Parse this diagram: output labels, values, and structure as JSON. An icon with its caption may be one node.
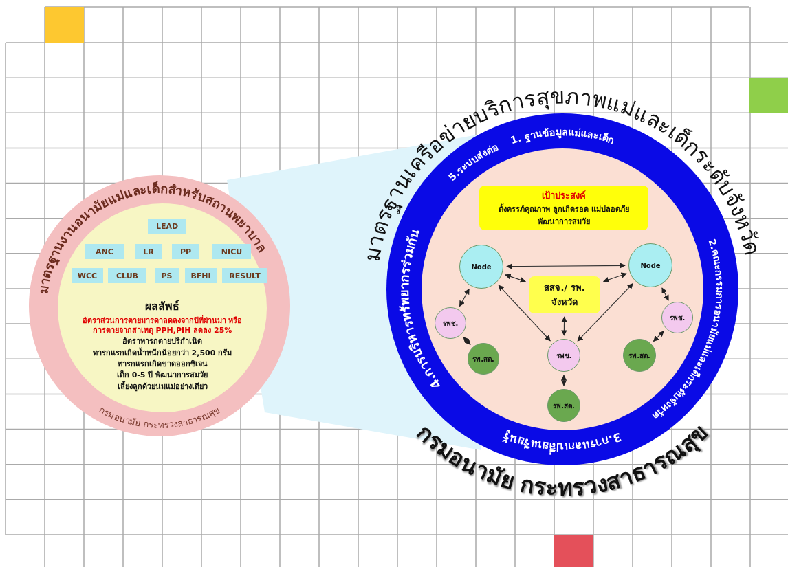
{
  "diagram": {
    "nodes": [
      {
        "text": [],
        "shape": "circle"
      },
      {
        "text": [
          "ผลลัพธ์",
          "อัตราส่วนการตายมารดาลดลงจากปีที่ผ่านมา หรือ การตายจากสาเหตุ PPH,PIH ลดลง 25%",
          "อัตราทารกตายปริกำเนิด",
          "ทารกแรกเกิดน้ำหนักน้อยกว่า 2,500 กรัม",
          "ทารกแรกเกิดขาดออกซิเจน",
          "เด็ก 0-5 ปี พัฒนาการสมวัย",
          "เลี้ยงลูกด้วยนมแม่อย่างเดียว"
        ],
        "in": 0
      },
      {
        "text": [
          "LEAD"
        ],
        "in": 1
      },
      {
        "text": [
          "ANC"
        ],
        "in": 1
      },
      {
        "text": [
          "LR"
        ],
        "in": 1
      },
      {
        "text": [
          "PP"
        ],
        "in": 1
      },
      {
        "text": [
          "NICU"
        ],
        "in": 1
      },
      {
        "text": [
          "WCC"
        ],
        "in": 1
      },
      {
        "text": [
          "CLUB"
        ],
        "in": 1
      },
      {
        "text": [
          "PS"
        ],
        "in": 1
      },
      {
        "text": [
          "BFHI"
        ],
        "in": 1
      },
      {
        "text": [
          "RESULT"
        ],
        "in": 1
      },
      {
        "text": [],
        "shape": "circle"
      },
      {
        "text": [],
        "shape": "circle",
        "in": 12
      },
      {
        "text": [
          "เป้าประสงค์",
          "ตั้งครรภ์คุณภาพ ลูกเกิดรอด แม่ปลอดภัย พัฒนาการสมวัย"
        ],
        "in": 13
      },
      {
        "text": [
          "Node"
        ],
        "in": 13
      },
      {
        "text": [
          "Node"
        ],
        "in": 13
      },
      {
        "text": [
          "สสจ./ รพ. จังหวัด"
        ],
        "in": 13
      },
      {
        "text": [
          "รพช."
        ],
        "in": 13
      },
      {
        "text": [
          "รพ.สต."
        ],
        "in": 13
      },
      {
        "text": [
          "รพช."
        ],
        "in": 13
      },
      {
        "text": [
          "รพ.สต."
        ],
        "in": 13
      },
      {
        "text": [
          "รพช."
        ],
        "in": 13
      },
      {
        "text": [
          "รพ.สต."
        ],
        "in": 13
      }
    ],
    "edges": [
      {
        "from": 15,
        "to": 16,
        "arrow": "both"
      },
      {
        "from": 15,
        "to": 17,
        "arrow": "both"
      },
      {
        "from": 16,
        "to": 17,
        "arrow": "both"
      },
      {
        "from": 15,
        "to": 18,
        "arrow": "both"
      },
      {
        "from": 18,
        "to": 19,
        "arrow": "both"
      },
      {
        "from": 15,
        "to": 20,
        "arrow": "both"
      },
      {
        "from": 16,
        "to": 20,
        "arrow": "both"
      },
      {
        "from": 17,
        "to": 20,
        "arrow": "both"
      },
      {
        "from": 20,
        "to": 21,
        "arrow": "both"
      },
      {
        "from": 16,
        "to": 22,
        "arrow": "both"
      },
      {
        "from": 22,
        "to": 23,
        "arrow": "both"
      }
    ],
    "labels": [
      "มาตรฐานงานอนามัยแม่และเด็กสำหรับสถานพยาบาล",
      "กรมอนามัย กระทรวงสาธารณสุข",
      "มาตรฐานเครือข่ายบริการสุขภาพแม่และเด็กระดับจังหวัด",
      "1. ฐานข้อมูลแม่และเด็ก",
      "2.คณะกรรมการอนามัยแม่และเด็กระดับจังหวัด",
      "3.การแลกเปลี่ยนเรียนรู้",
      "4.การบริหารทรัพยากรร่วมกัน",
      "5.ระบบส่งต่อ",
      "กรมอนามัย กระทรวงสาธารณสุข"
    ]
  }
}
